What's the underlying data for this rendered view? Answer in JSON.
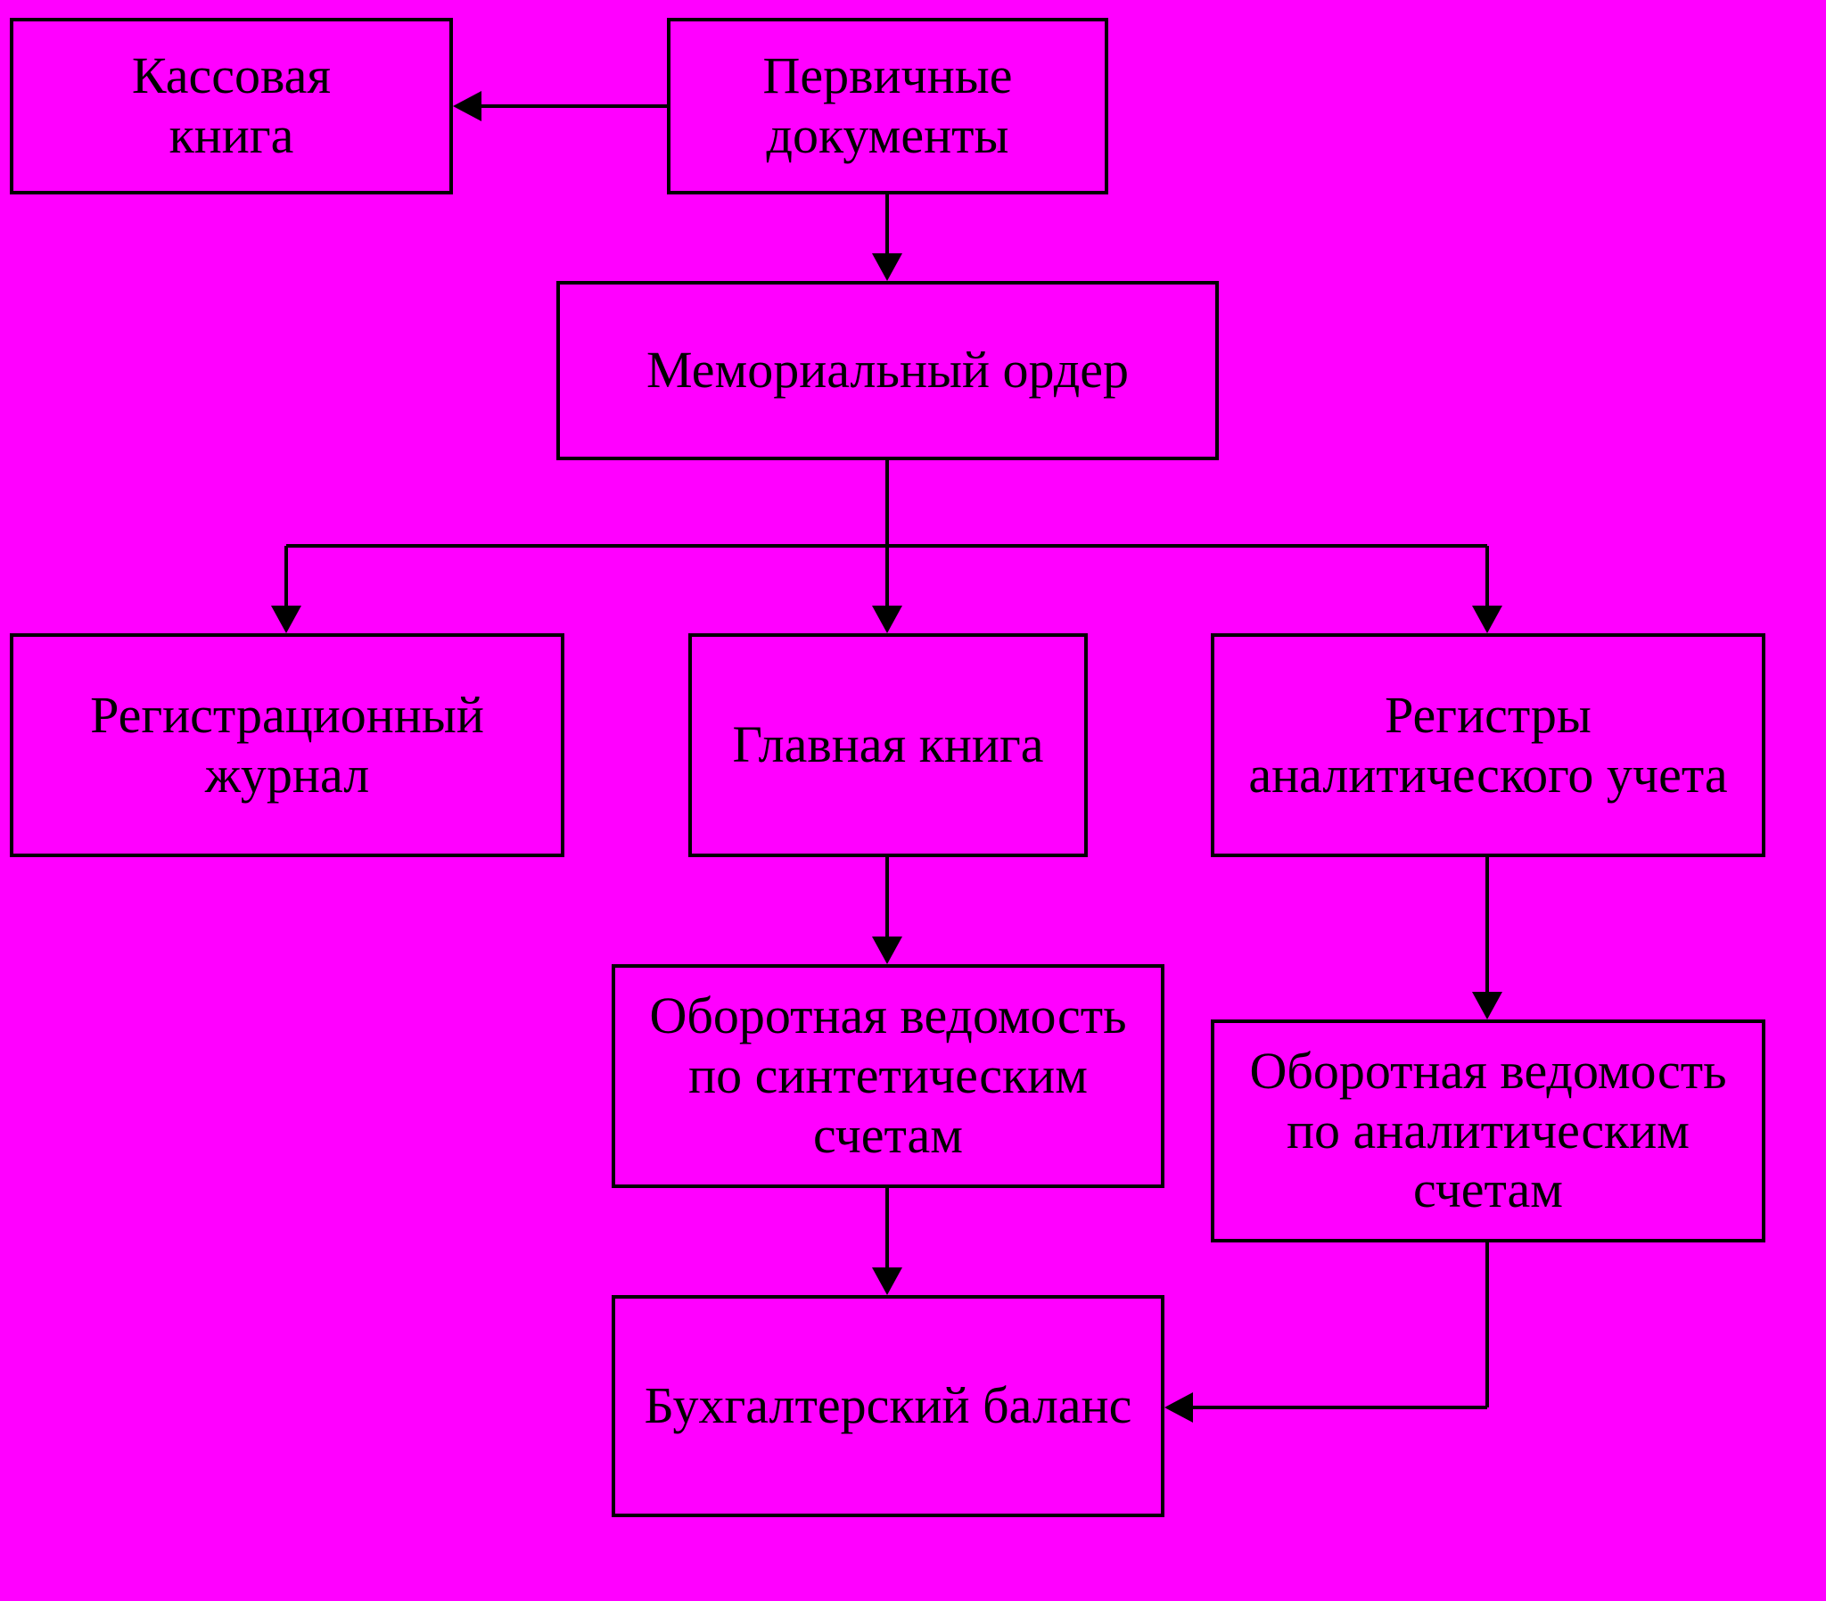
{
  "colors": {
    "background": "#ff00ff",
    "line": "#000000",
    "text": "#000000"
  },
  "nodes": {
    "cash_book": "Кассовая\nкнига",
    "primary_documents": "Первичные\nдокументы",
    "memorial_order": "Мемориальный ордер",
    "registration_journal": "Регистрационный\nжурнал",
    "general_ledger": "Главная книга",
    "analytical_registers": "Регистры\nаналитического учета",
    "synthetic_turnover": "Оборотная ведомость\nпо синтетическим\nсчетам",
    "analytical_turnover": "Оборотная ведомость\nпо аналитическим\nсчетам",
    "balance_sheet": "Бухгалтерский баланс"
  },
  "edges": [
    {
      "from": "primary_documents",
      "to": "cash_book"
    },
    {
      "from": "primary_documents",
      "to": "memorial_order"
    },
    {
      "from": "memorial_order",
      "to": "registration_journal"
    },
    {
      "from": "memorial_order",
      "to": "general_ledger"
    },
    {
      "from": "memorial_order",
      "to": "analytical_registers"
    },
    {
      "from": "general_ledger",
      "to": "synthetic_turnover"
    },
    {
      "from": "analytical_registers",
      "to": "analytical_turnover"
    },
    {
      "from": "synthetic_turnover",
      "to": "balance_sheet"
    },
    {
      "from": "analytical_turnover",
      "to": "balance_sheet"
    }
  ]
}
